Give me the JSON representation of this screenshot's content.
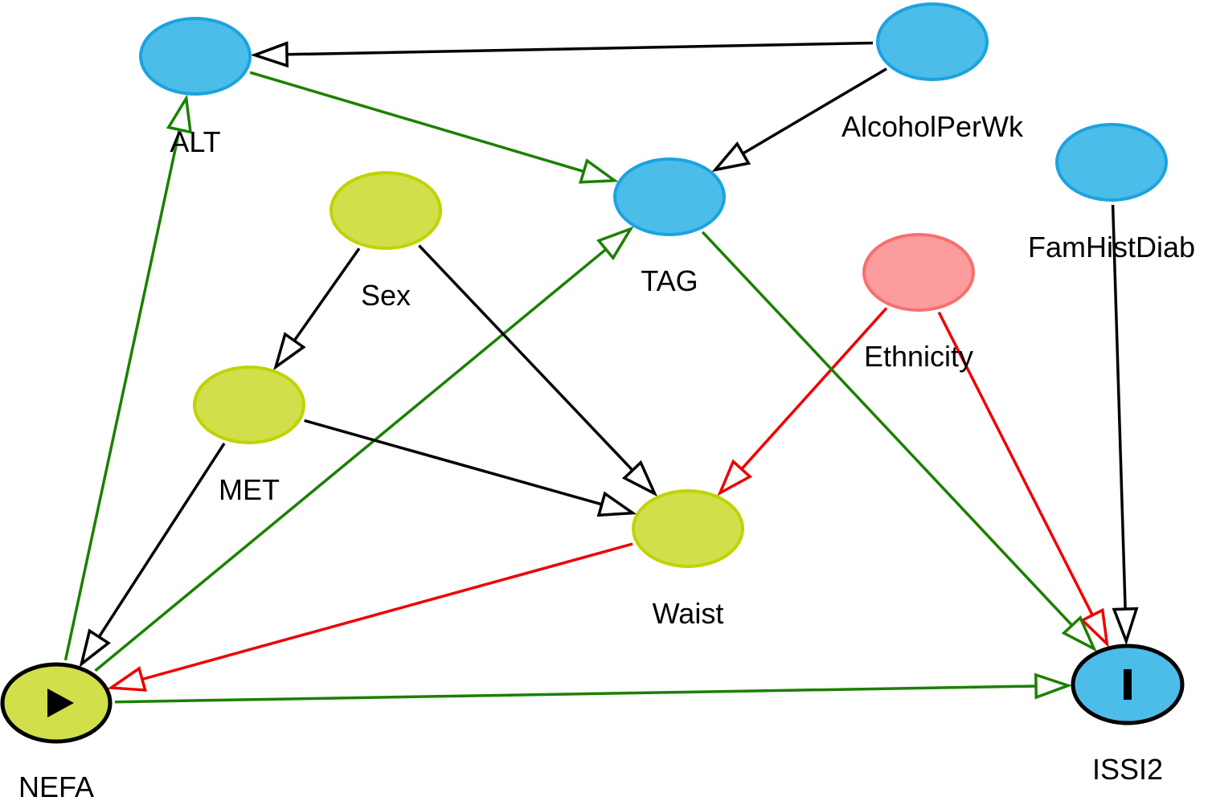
{
  "nodes": [
    {
      "id": "alt",
      "label": "ALT",
      "kind": "ancestor-of-outcome"
    },
    {
      "id": "alcohol",
      "label": "AlcoholPerWk",
      "kind": "ancestor-of-outcome"
    },
    {
      "id": "famhist",
      "label": "FamHistDiab",
      "kind": "ancestor-of-outcome"
    },
    {
      "id": "tag",
      "label": "TAG",
      "kind": "ancestor-of-outcome"
    },
    {
      "id": "sex",
      "label": "Sex",
      "kind": "ancestor-of-exposure"
    },
    {
      "id": "ethnicity",
      "label": "Ethnicity",
      "kind": "ancestor-of-both"
    },
    {
      "id": "met",
      "label": "MET",
      "kind": "ancestor-of-exposure"
    },
    {
      "id": "waist",
      "label": "Waist",
      "kind": "ancestor-of-exposure"
    },
    {
      "id": "nefa",
      "label": "NEFA",
      "kind": "exposure"
    },
    {
      "id": "issi2",
      "label": "ISSI2",
      "kind": "outcome"
    }
  ],
  "edges": [
    {
      "from": "alcohol",
      "to": "alt",
      "kind": "other"
    },
    {
      "from": "alcohol",
      "to": "tag",
      "kind": "other"
    },
    {
      "from": "alt",
      "to": "tag",
      "kind": "causal"
    },
    {
      "from": "nefa",
      "to": "alt",
      "kind": "causal"
    },
    {
      "from": "nefa",
      "to": "tag",
      "kind": "causal"
    },
    {
      "from": "sex",
      "to": "met",
      "kind": "other"
    },
    {
      "from": "sex",
      "to": "waist",
      "kind": "other"
    },
    {
      "from": "met",
      "to": "waist",
      "kind": "other"
    },
    {
      "from": "met",
      "to": "nefa",
      "kind": "other"
    },
    {
      "from": "ethnicity",
      "to": "waist",
      "kind": "biasing"
    },
    {
      "from": "ethnicity",
      "to": "issi2",
      "kind": "biasing"
    },
    {
      "from": "waist",
      "to": "nefa",
      "kind": "biasing"
    },
    {
      "from": "tag",
      "to": "issi2",
      "kind": "causal"
    },
    {
      "from": "famhist",
      "to": "issi2",
      "kind": "other"
    },
    {
      "from": "nefa",
      "to": "issi2",
      "kind": "causal"
    }
  ],
  "colors": {
    "ancestor_of_outcome_fill": "#4bbde8",
    "ancestor_of_outcome_stroke": "#1ba3e0",
    "ancestor_of_exposure_fill": "#d1df4b",
    "ancestor_of_exposure_stroke": "#bfd300",
    "ancestor_of_both_fill": "#fd9c9c",
    "ancestor_of_both_stroke": "#f5706f",
    "outcome_fill": "#4bbde8",
    "exposure_fill": "#d1df4b",
    "focus_stroke": "#000000",
    "causal_edge": "#1b8000",
    "biasing_edge": "#ee0000",
    "other_edge": "#000000"
  },
  "icons": {
    "exposure": "play-icon",
    "outcome": "bar-icon"
  }
}
